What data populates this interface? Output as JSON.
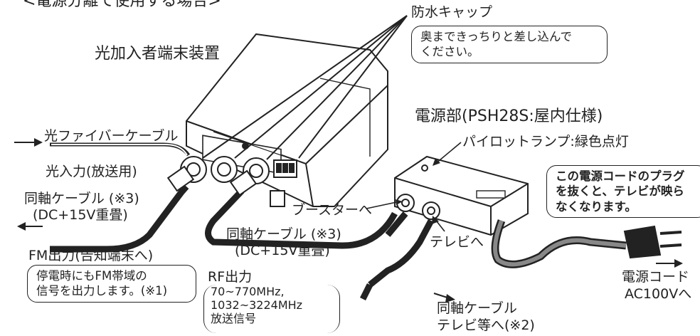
{
  "header": {
    "title": "<電源分離で使用する場合>"
  },
  "labels": {
    "onu": "光加入者端末装置",
    "waterproof_cap": "防水キャップ",
    "power_unit": "電源部(PSH28S:屋内仕様)",
    "pilot_lamp": "パイロットランプ:緑色点灯",
    "optical_fiber": "光ファイバーケーブル",
    "optical_input": "光入力(放送用)",
    "coax_left": "同軸ケーブル (※3)",
    "coax_left_dc": "(DC+15V重畳)",
    "coax_center": "同軸ケーブル (※3)",
    "coax_center_dc": "(DC+15V重畳)",
    "booster": "ブースターへ",
    "tv": "テレビへ",
    "fm_output": "FM出力(告知端末へ)",
    "rf_output_title": "RF出力",
    "rf_output_freq1": "70~770MHz,",
    "rf_output_freq2": "1032~3224MHz",
    "rf_output_signal": "放送信号",
    "coax_bottom": "同軸ケーブル",
    "coax_bottom_dest": "テレビ等へ(※2)",
    "power_cord": "電源コード",
    "ac": "AC100Vへ"
  },
  "notes": {
    "cap_note_line1": "奥まできっちりと差し込んで",
    "cap_note_line2": "ください。",
    "fm_note_line1": "停電時にもFM帯域の",
    "fm_note_line2": "信号を出力します。(※1)",
    "plug_note_line1": "この電源コードのプラグ",
    "plug_note_line2": "を抜くと、テレビが映ら",
    "plug_note_line3": "なくなります。"
  }
}
